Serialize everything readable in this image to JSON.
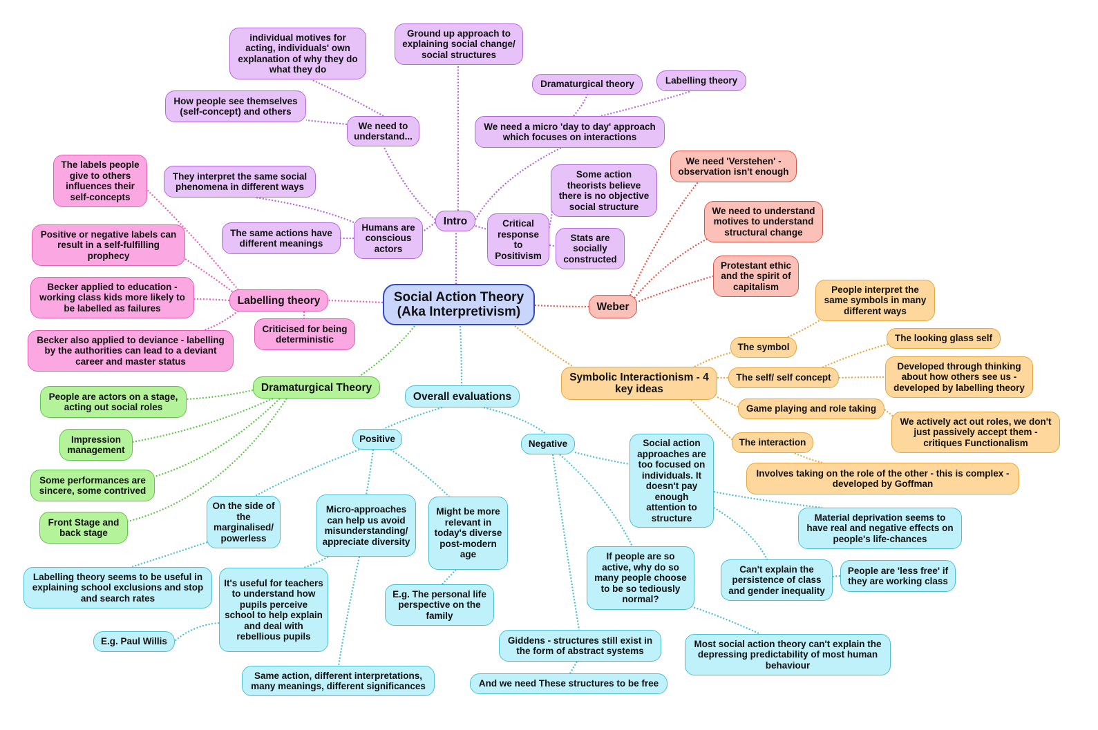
{
  "central": {
    "line1": "Social Action Theory",
    "line2": "(Aka Interpretivism)"
  },
  "intro": {
    "label": "Intro",
    "ground_up": "Ground up approach to explaining social change/ social structures",
    "need_to_understand": "We need to understand...",
    "individual_motives": "individual motives for acting, individuals' own explanation of why they do what they do",
    "how_people_see": "How people see themselves (self-concept) and others",
    "micro_approach": "We need a micro 'day to day' approach which focuses on interactions",
    "dramaturgical_theory": "Dramaturgical theory",
    "labelling_theory": "Labelling theory",
    "humans_conscious": "Humans are conscious actors",
    "interpret_same": "They interpret the same social phenomena in different ways",
    "same_actions": "The same actions have different meanings",
    "critical_response": "Critical response to Positivism",
    "no_objective": "Some action theorists believe there is no objective social structure",
    "stats": "Stats are socially constructed"
  },
  "weber": {
    "label": "Weber",
    "verstehen": "We need 'Verstehen' - observation isn't enough",
    "motives": "We need to understand motives to understand structural change",
    "protestant": "Protestant ethic and the spirit of capitalism"
  },
  "labelling": {
    "label": "Labelling theory",
    "labels_people_give": "The labels people give to others influences their self-concepts",
    "self_fulfilling": "Positive or negative labels can result in a self-fulfilling prophecy",
    "becker_education": "Becker applied to education - working class kids more likely to be labelled as failures",
    "becker_deviance": "Becker also applied to deviance - labelling by the authorities can lead to a deviant career and master status",
    "criticised": "Criticised for being deterministic"
  },
  "dramaturgical": {
    "label": "Dramaturgical Theory",
    "actors_stage": "People are actors on a stage, acting out social roles",
    "impression": "Impression management",
    "performances": "Some performances are sincere, some contrived",
    "front_stage": "Front Stage and back stage"
  },
  "symbolic": {
    "label": "Symbolic Interactionism - 4 key ideas",
    "the_symbol": "The symbol",
    "interpret_symbols": "People interpret the same symbols in many different ways",
    "self_concept": "The self/ self concept",
    "looking_glass": "The looking glass self",
    "developed_through": "Developed through thinking about how others see us - developed by labelling theory",
    "game_playing": "Game playing and role taking",
    "act_out_roles": "We actively act out roles, we don't just passively accept them - critiques Functionalism",
    "the_interaction": "The interaction",
    "role_of_other": "Involves taking on the role of the other - this is complex - developed by Goffman"
  },
  "evaluations": {
    "label": "Overall evaluations",
    "positive": "Positive",
    "negative": "Negative",
    "marginalised": "On the side of the marginalised/ powerless",
    "labelling_useful": "Labelling theory seems to be useful in explaining school exclusions and stop and search rates",
    "micro_avoid": "Micro-approaches can help us avoid misunderstanding/ appreciate diversity",
    "useful_teachers": "It's useful for teachers to understand how pupils perceive school to help explain and deal with rebellious pupils",
    "paul_willis": "E.g. Paul Willis",
    "same_action": "Same action, different interpretations, many meanings, different significances",
    "more_relevant": "Might be more relevant in today's diverse post-modern age",
    "personal_life": "E.g. The personal life perspective on the family",
    "too_focused": "Social action approaches are too focused on individuals. It doesn't pay enough attention to structure",
    "material_deprivation": "Material deprivation seems to have real and negative effects on people's life-chances",
    "persistence": "Can't explain the persistence of class and gender inequality",
    "less_free": "People are 'less free' if they are working class",
    "if_active": "If people are so active, why do so many people choose to be so tediously normal?",
    "predictability": "Most social action theory can't explain the depressing predictability of most human behaviour",
    "giddens": "Giddens - structures still exist in the form of abstract systems",
    "need_structures": "And we need These structures to be free"
  },
  "colors": {
    "intro": "#b368d6",
    "labelling": "#e45fb8",
    "weber": "#d9574a",
    "symbolic": "#e8a640",
    "dramaturgical": "#5fc44b",
    "evaluations": "#4cbfd6",
    "central_border": "#2c49d0"
  }
}
